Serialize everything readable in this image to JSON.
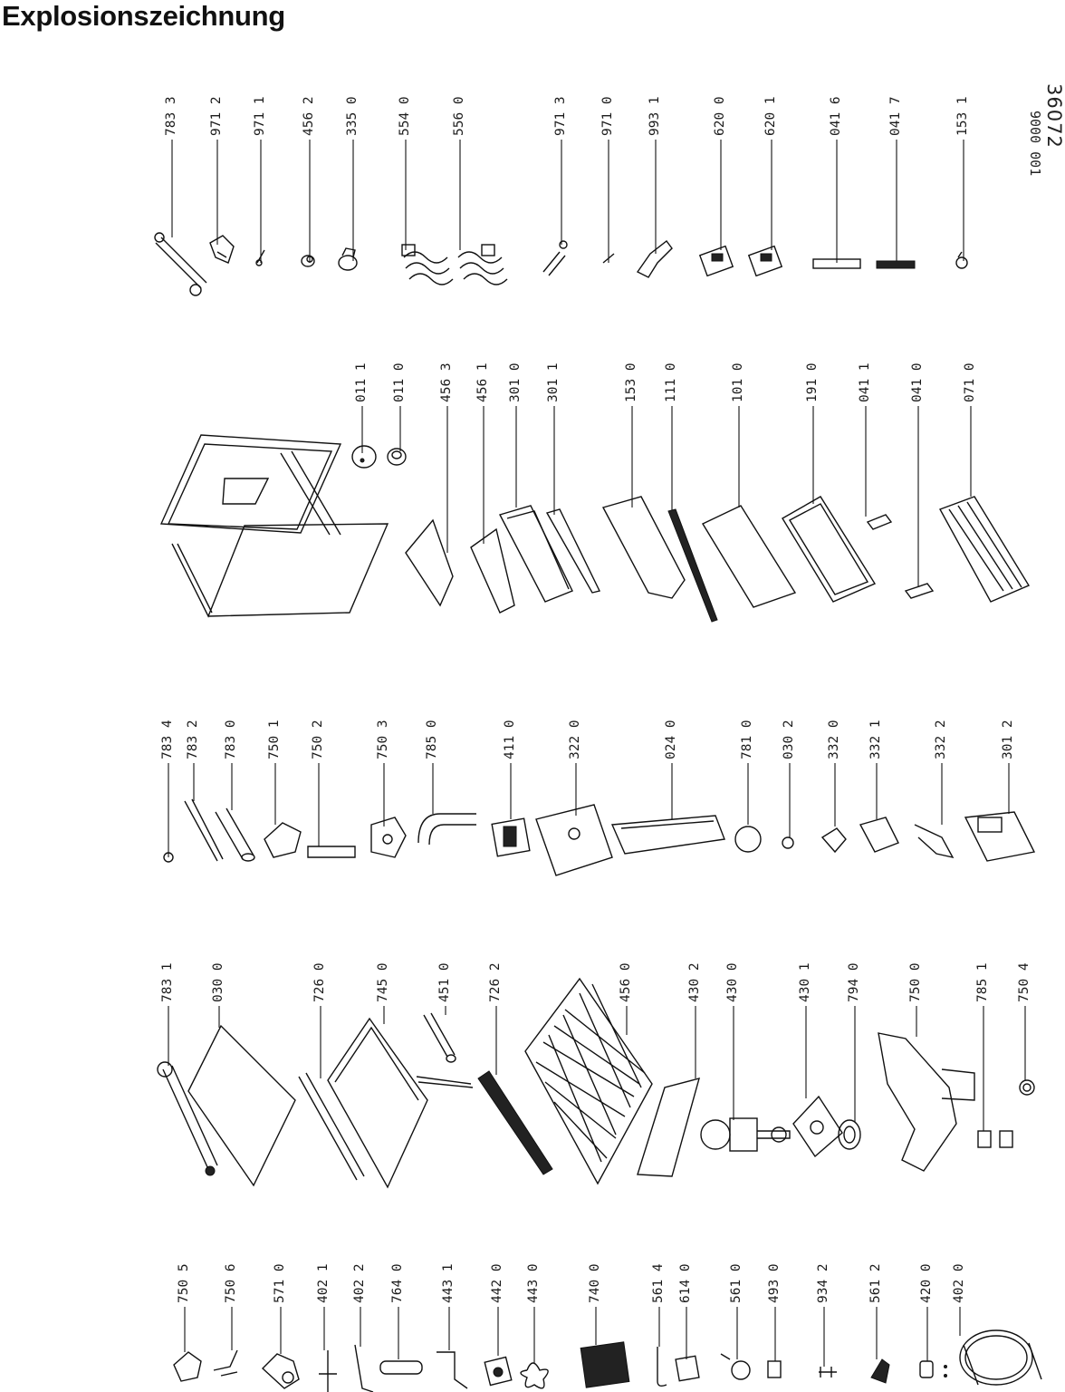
{
  "title": "Explosionszeichnung",
  "drawing_number": "36072",
  "drawing_code": "9000 001",
  "column_1_labels": [
    "783 3",
    "971 2",
    "971 1",
    "456 2",
    "335 0",
    "554 0",
    "556 0",
    "971 3",
    "971 0",
    "993 1",
    "620 0",
    "620 1",
    "041 6",
    "041 7",
    "153 1"
  ],
  "column_2_labels": [
    "011 1",
    "011 0",
    "456 3",
    "456 1",
    "301 0",
    "301 1",
    "153 0",
    "111 0",
    "101 0",
    "191 0",
    "041 1",
    "041 0",
    "071 0"
  ],
  "column_3_labels": [
    "783 4",
    "783 2",
    "783 0",
    "750 1",
    "750 2",
    "750 3",
    "785 0",
    "411 0",
    "322 0",
    "024 0",
    "781 0",
    "030 2",
    "332 0",
    "332 1",
    "332 2",
    "301 2"
  ],
  "column_4_labels": [
    "783 1",
    "030 0",
    "726 0",
    "745 0",
    "451 0",
    "726 2",
    "456 0",
    "430 2",
    "430 0",
    "430 1",
    "794 0",
    "750 0",
    "785 1",
    "750 4"
  ],
  "column_5_labels": [
    "750 5",
    "750 6",
    "571 0",
    "402 1",
    "402 2",
    "764 0",
    "443 1",
    "442 0",
    "443 0",
    "740 0",
    "561 4",
    "614 0",
    "561 0",
    "493 0",
    "934 2",
    "561 2",
    "420 0",
    "402 0"
  ]
}
